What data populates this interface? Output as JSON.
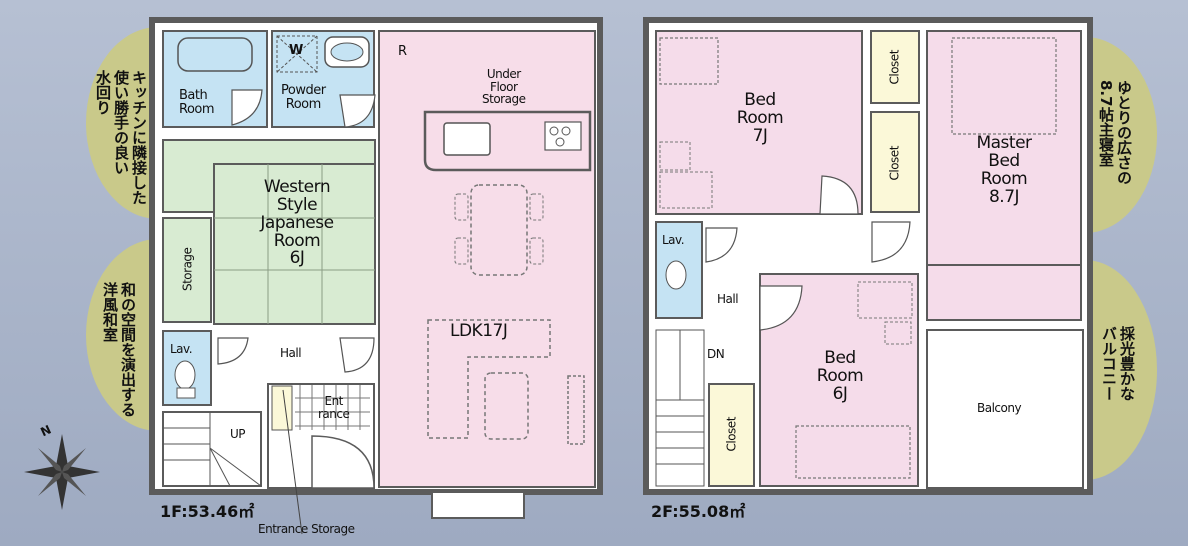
{
  "floor1": {
    "area_label": "1F:53.46㎡",
    "rooms": {
      "bath": "Bath\nRoom",
      "powder": "Powder\nRoom",
      "w_mark": "W",
      "r_mark": "R",
      "under_floor": "Under\nFloor\nStorage",
      "western": "Western\nStyle\nJapanese\nRoom\n6J",
      "storage": "Storage",
      "ldk": "LDK17J",
      "lav": "Lav.",
      "hall": "Hall",
      "up": "UP",
      "entrance": "Ent\nrance",
      "entrance_storage": "Entrance Storage"
    }
  },
  "floor2": {
    "area_label": "2F:55.08㎡",
    "rooms": {
      "bed7": "Bed\nRoom\n7J",
      "closet_a": "Closet",
      "closet_b": "Closet",
      "closet_c": "Closet",
      "master": "Master\nBed\nRoom\n8.7J",
      "lav": "Lav.",
      "hall": "Hall",
      "dn": "DN",
      "bed6": "Bed\nRoom\n6J",
      "balcony": "Balcony"
    }
  },
  "callouts": {
    "kitchen_water": "キッチンに隣接した\n使い勝手の良い\n水回り",
    "japanese_room": "和の空間を演出する\n洋風和室",
    "master_bedroom": "ゆとりの広さの\n8.7帖主寝室",
    "balcony_light": "採光豊かな\nバルコニー"
  },
  "compass": "N",
  "colors": {
    "wall": "#5b5b5b",
    "bath_blue": "#c5e3f3",
    "tatami_green": "#d8ebd2",
    "ldk_pink": "#f7dde9",
    "bed_pink": "#f5dcea",
    "closet_cream": "#fbf8d8",
    "callout_olive": "#c9c98a"
  }
}
